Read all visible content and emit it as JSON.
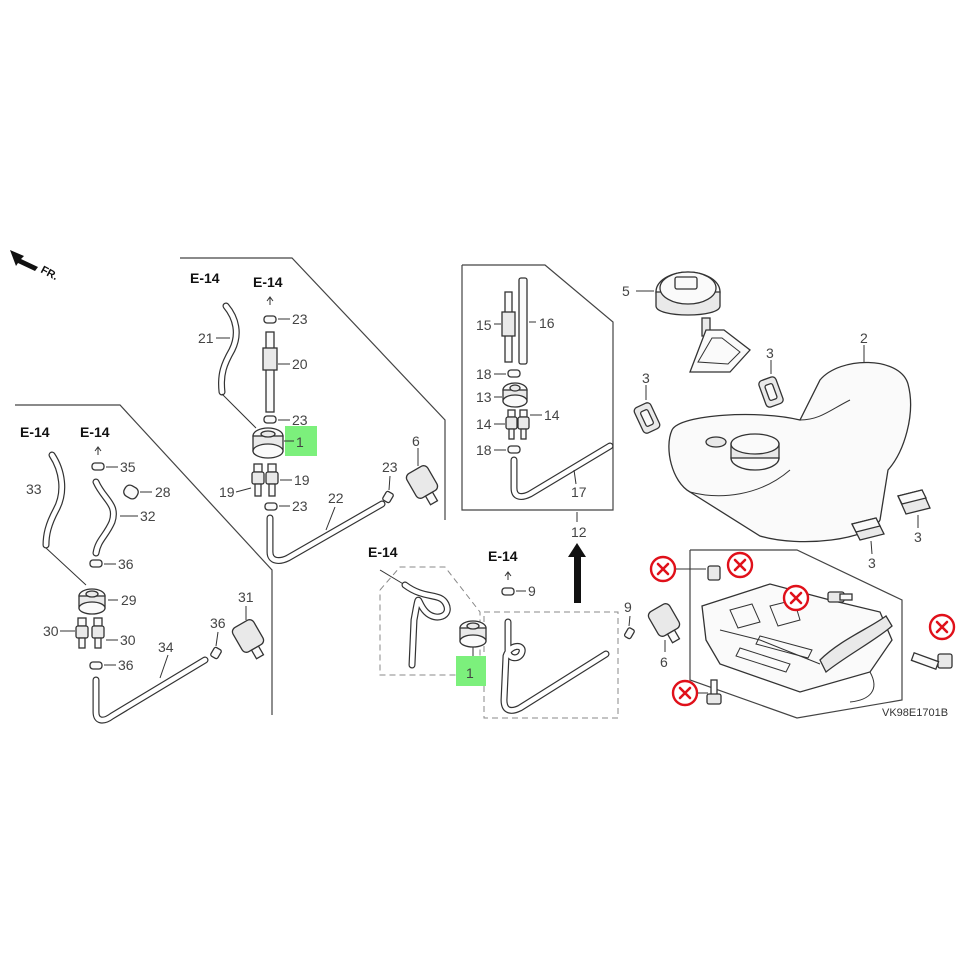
{
  "ref_label": "E-14",
  "direction_label": "FR.",
  "diagram_code": "VK98E1701B",
  "callouts": {
    "c1a": "1",
    "c1b": "1",
    "c2": "2",
    "c3a": "3",
    "c3b": "3",
    "c3c": "3",
    "c3d": "3",
    "c5": "5",
    "c6a": "6",
    "c6b": "6",
    "c9a": "9",
    "c9b": "9",
    "c12": "12",
    "c13": "13",
    "c14a": "14",
    "c14b": "14",
    "c15": "15",
    "c16": "16",
    "c17": "17",
    "c18a": "18",
    "c18b": "18",
    "c19a": "19",
    "c19b": "19",
    "c20": "20",
    "c21": "21",
    "c22": "22",
    "c23a": "23",
    "c23b": "23",
    "c23c": "23",
    "c23d": "23",
    "c28": "28",
    "c29": "29",
    "c30a": "30",
    "c30b": "30",
    "c31": "31",
    "c32": "32",
    "c33": "33",
    "c34": "34",
    "c35": "35",
    "c36a": "36",
    "c36b": "36",
    "c36c": "36"
  },
  "highlight_color": "#7CF07C",
  "unavailable_mark_color": "#E0101A",
  "unavailable_icon": "red-x-circle-icon"
}
